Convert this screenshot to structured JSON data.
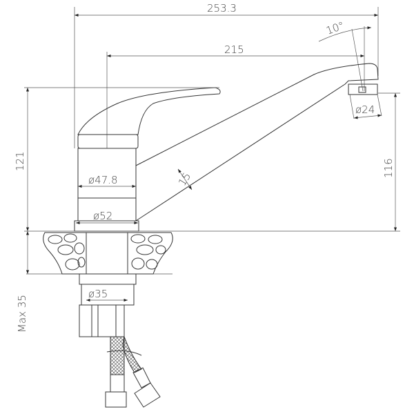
{
  "dimensions": {
    "overall_reach": "253.3",
    "spout_reach": "215",
    "spout_angle": "10°",
    "aerator_diameter": "ø24",
    "spout_height": "116",
    "total_height": "121",
    "body_diameter": "ø47.8",
    "base_diameter": "ø52",
    "spout_diameter": "15",
    "shank_diameter": "ø35",
    "max_counter_thickness": "Max 35"
  }
}
